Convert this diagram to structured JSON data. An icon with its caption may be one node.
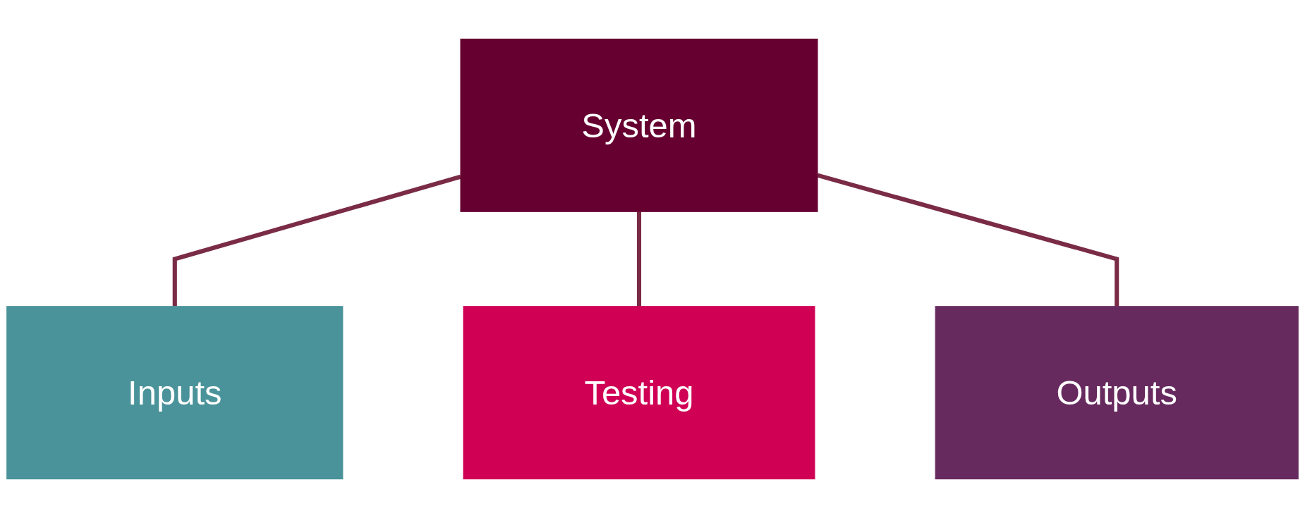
{
  "diagram": {
    "nodes": [
      {
        "text": [
          "System"
        ]
      },
      {
        "text": [
          "Inputs"
        ]
      },
      {
        "text": [
          "Testing"
        ]
      },
      {
        "text": [
          "Outputs"
        ]
      }
    ],
    "edges": [
      {
        "from": 0,
        "to": 1,
        "arrow": "none"
      },
      {
        "from": 0,
        "to": 2,
        "arrow": "none"
      },
      {
        "from": 0,
        "to": 3,
        "arrow": "none"
      }
    ]
  }
}
